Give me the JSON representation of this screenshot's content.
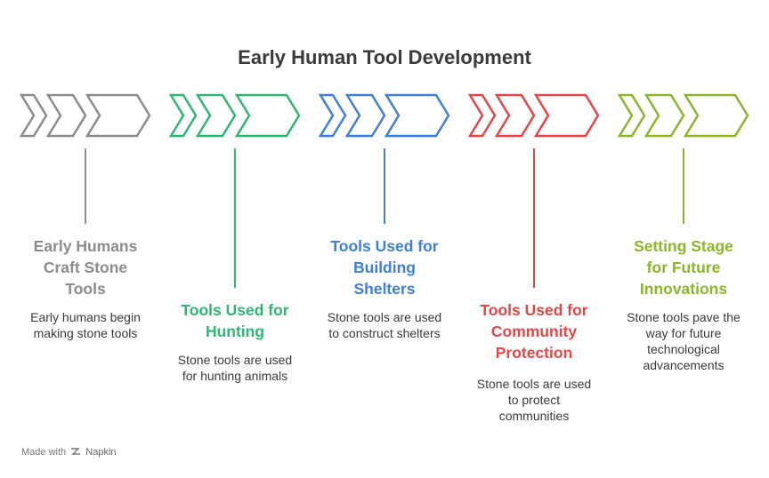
{
  "title": "Early Human Tool Development",
  "steps": [
    {
      "heading": "Early Humans Craft Stone Tools",
      "heading_lines": [
        "Early Humans",
        "Craft Stone",
        "Tools"
      ],
      "description_lines": [
        "Early humans begin",
        "making stone tools"
      ],
      "color": "#8c8c8c",
      "position": "below"
    },
    {
      "heading": "Tools Used for Hunting",
      "heading_lines": [
        "Tools Used for",
        "Hunting"
      ],
      "description_lines": [
        "Stone tools are used",
        "for hunting animals"
      ],
      "color": "#2fb673",
      "position": "lower"
    },
    {
      "heading": "Tools Used for Building Shelters",
      "heading_lines": [
        "Tools Used for",
        "Building",
        "Shelters"
      ],
      "description_lines": [
        "Stone tools are used",
        "to construct shelters"
      ],
      "color": "#3f7fdb",
      "position": "below"
    },
    {
      "heading": "Tools Used for Community Protection",
      "heading_lines": [
        "Tools Used for",
        "Community",
        "Protection"
      ],
      "description_lines": [
        "Stone tools are used",
        "to protect",
        "communities"
      ],
      "color": "#e04848",
      "position": "lower"
    },
    {
      "heading": "Setting Stage for Future Innovations",
      "heading_lines": [
        "Setting Stage",
        "for Future",
        "Innovations"
      ],
      "description_lines": [
        "Stone tools pave the",
        "way for future",
        "technological",
        "advancements"
      ],
      "color": "#8db52c",
      "position": "below"
    }
  ],
  "footer": {
    "made_with": "Made with",
    "brand": "Napkin"
  }
}
